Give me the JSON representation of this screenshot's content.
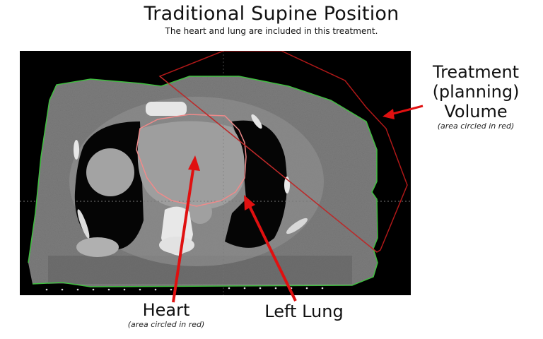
{
  "header": {
    "title": "Traditional Supine Position",
    "subtitle": "The heart and lung are included in this treatment."
  },
  "labels": {
    "ptv": {
      "line1": "Treatment",
      "line2": "(planning)",
      "line3": "Volume",
      "note": "(area circled in red)"
    },
    "heart": {
      "title": "Heart",
      "note": "(area circled in red)"
    },
    "left_lung": {
      "title": "Left Lung"
    }
  },
  "image": {
    "type": "axial CT scan of chest",
    "contours": {
      "body_outline_color": "#3fbf3f",
      "heart_contour_color": "#f08a8a",
      "ptv_contour_color": "#b01818"
    }
  },
  "colors": {
    "arrow": "#e01010",
    "background": "#ffffff",
    "ct_background": "#000000"
  }
}
